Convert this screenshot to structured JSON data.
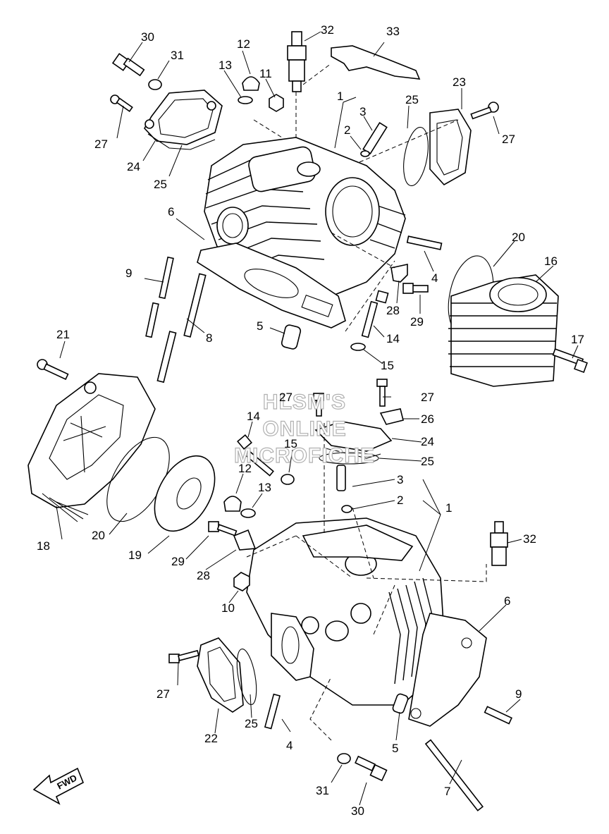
{
  "watermark": [
    "HLSM'S",
    "ONLINE",
    "MICROFICHE"
  ],
  "direction_marker": "FWD",
  "callouts": {
    "top": [
      "30",
      "31",
      "12",
      "13",
      "11",
      "32",
      "33",
      "1",
      "3",
      "2",
      "25",
      "23",
      "27",
      "24",
      "25",
      "27",
      "6",
      "9",
      "8",
      "5",
      "4",
      "28",
      "29",
      "14",
      "15",
      "20",
      "16",
      "17"
    ],
    "bottom": [
      "21",
      "18",
      "20",
      "19",
      "27",
      "27",
      "26",
      "24",
      "25",
      "14",
      "15",
      "12",
      "13",
      "3",
      "2",
      "1",
      "32",
      "29",
      "28",
      "10",
      "6",
      "27",
      "25",
      "22",
      "4",
      "9",
      "5",
      "31",
      "30",
      "7"
    ]
  }
}
